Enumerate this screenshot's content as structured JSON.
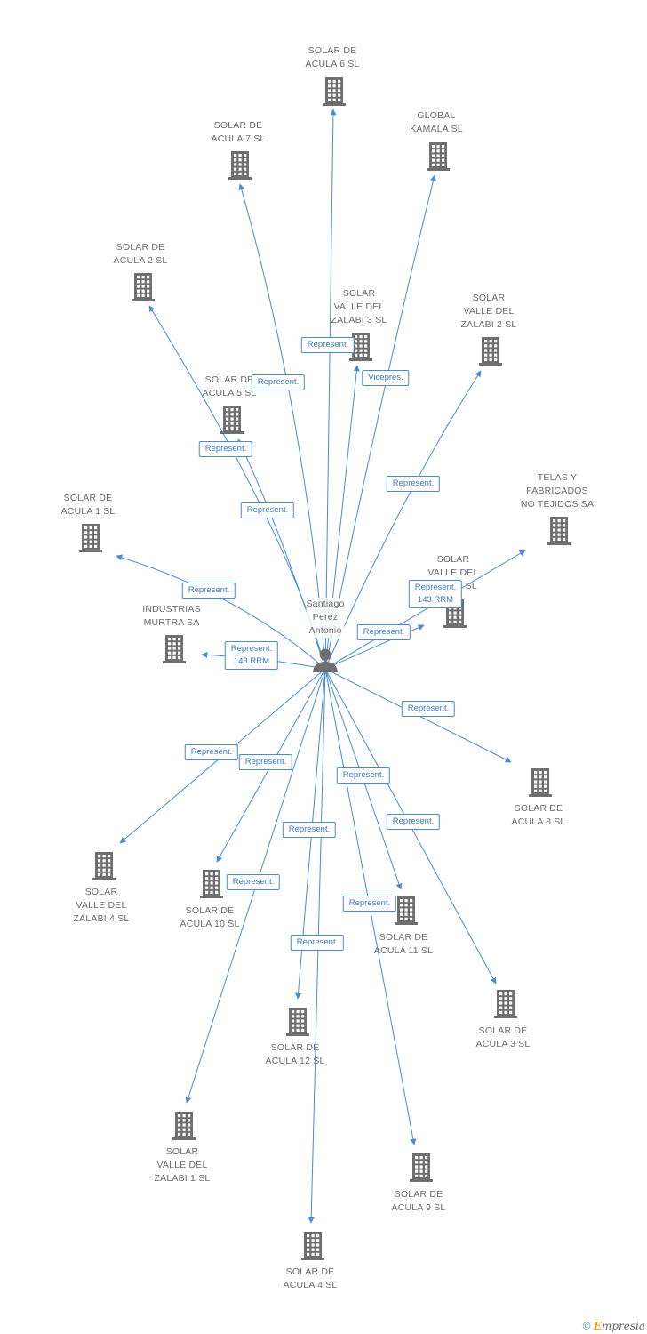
{
  "center": {
    "label_lines": [
      "Santiago",
      "Perez",
      "Antonio"
    ],
    "icon": "person-icon"
  },
  "nodes": [
    {
      "id": "acula6",
      "lines": [
        "SOLAR DE",
        "ACULA 6 SL"
      ]
    },
    {
      "id": "acula7",
      "lines": [
        "SOLAR DE",
        "ACULA 7 SL"
      ]
    },
    {
      "id": "global",
      "lines": [
        "GLOBAL",
        "KAMALA SL"
      ]
    },
    {
      "id": "acula2",
      "lines": [
        "SOLAR DE",
        "ACULA 2 SL"
      ]
    },
    {
      "id": "zalabi3",
      "lines": [
        "SOLAR",
        "VALLE DEL",
        "ZALABI 3 SL"
      ]
    },
    {
      "id": "zalabi2",
      "lines": [
        "SOLAR",
        "VALLE DEL",
        "ZALABI 2 SL"
      ]
    },
    {
      "id": "acula5",
      "lines": [
        "SOLAR DE",
        "ACULA 5 SL"
      ]
    },
    {
      "id": "telas",
      "lines": [
        "TELAS Y",
        "FABRICADOS",
        "NO TEJIDOS SA"
      ]
    },
    {
      "id": "acula1",
      "lines": [
        "SOLAR DE",
        "ACULA 1 SL"
      ]
    },
    {
      "id": "zalabi",
      "lines": [
        "SOLAR",
        "VALLE DEL",
        "ZALABI SL"
      ]
    },
    {
      "id": "murtra",
      "lines": [
        "INDUSTRIAS",
        "MURTRA SA"
      ]
    },
    {
      "id": "acula8",
      "lines": [
        "SOLAR DE",
        "ACULA 8 SL"
      ]
    },
    {
      "id": "zalabi4",
      "lines": [
        "SOLAR",
        "VALLE DEL",
        "ZALABI 4 SL"
      ]
    },
    {
      "id": "acula10",
      "lines": [
        "SOLAR DE",
        "ACULA 10 SL"
      ]
    },
    {
      "id": "acula11",
      "lines": [
        "SOLAR DE",
        "ACULA 11 SL"
      ]
    },
    {
      "id": "acula3",
      "lines": [
        "SOLAR DE",
        "ACULA 3 SL"
      ]
    },
    {
      "id": "acula12",
      "lines": [
        "SOLAR DE",
        "ACULA 12 SL"
      ]
    },
    {
      "id": "zalabi1",
      "lines": [
        "SOLAR",
        "VALLE DEL",
        "ZALABI 1 SL"
      ]
    },
    {
      "id": "acula9",
      "lines": [
        "SOLAR DE",
        "ACULA 9 SL"
      ]
    },
    {
      "id": "acula4",
      "lines": [
        "SOLAR DE",
        "ACULA 4 SL"
      ]
    }
  ],
  "edges": [
    {
      "to": "acula6",
      "label": [
        "Represent."
      ]
    },
    {
      "to": "acula7",
      "label": [
        "Represent."
      ]
    },
    {
      "to": "global",
      "label": [
        "Vicepres."
      ]
    },
    {
      "to": "acula2",
      "label": [
        "Represent."
      ]
    },
    {
      "to": "zalabi3",
      "label": [
        "Represent."
      ]
    },
    {
      "to": "zalabi2",
      "label": [
        "Represent."
      ]
    },
    {
      "to": "acula5",
      "label": [
        "Represent."
      ]
    },
    {
      "to": "telas",
      "label": [
        "Represent.",
        "143 RRM"
      ]
    },
    {
      "to": "acula1",
      "label": [
        "Represent."
      ]
    },
    {
      "to": "zalabi",
      "label": [
        "Represent."
      ]
    },
    {
      "to": "murtra",
      "label": [
        "Represent.",
        "143 RRM"
      ]
    },
    {
      "to": "acula8",
      "label": [
        "Represent."
      ]
    },
    {
      "to": "zalabi4",
      "label": [
        "Represent."
      ]
    },
    {
      "to": "acula10",
      "label": [
        "Represent."
      ]
    },
    {
      "to": "acula11",
      "label": [
        "Represent."
      ]
    },
    {
      "to": "acula3",
      "label": [
        "Represent."
      ]
    },
    {
      "to": "acula12",
      "label": [
        "Represent."
      ]
    },
    {
      "to": "zalabi1",
      "label": [
        "Represent."
      ]
    },
    {
      "to": "acula9",
      "label": [
        "Represent."
      ]
    },
    {
      "to": "acula4",
      "label": [
        "Represent."
      ]
    }
  ],
  "colors": {
    "edge": "#4a8ad6",
    "node_icon": "#6f6f6f",
    "label_text": "#6b6b6b"
  },
  "icons": {
    "company": "building-icon",
    "person": "person-icon"
  },
  "footer": {
    "copyright_symbol": "©",
    "brand_initial": "E",
    "brand_rest": "mpresia"
  }
}
